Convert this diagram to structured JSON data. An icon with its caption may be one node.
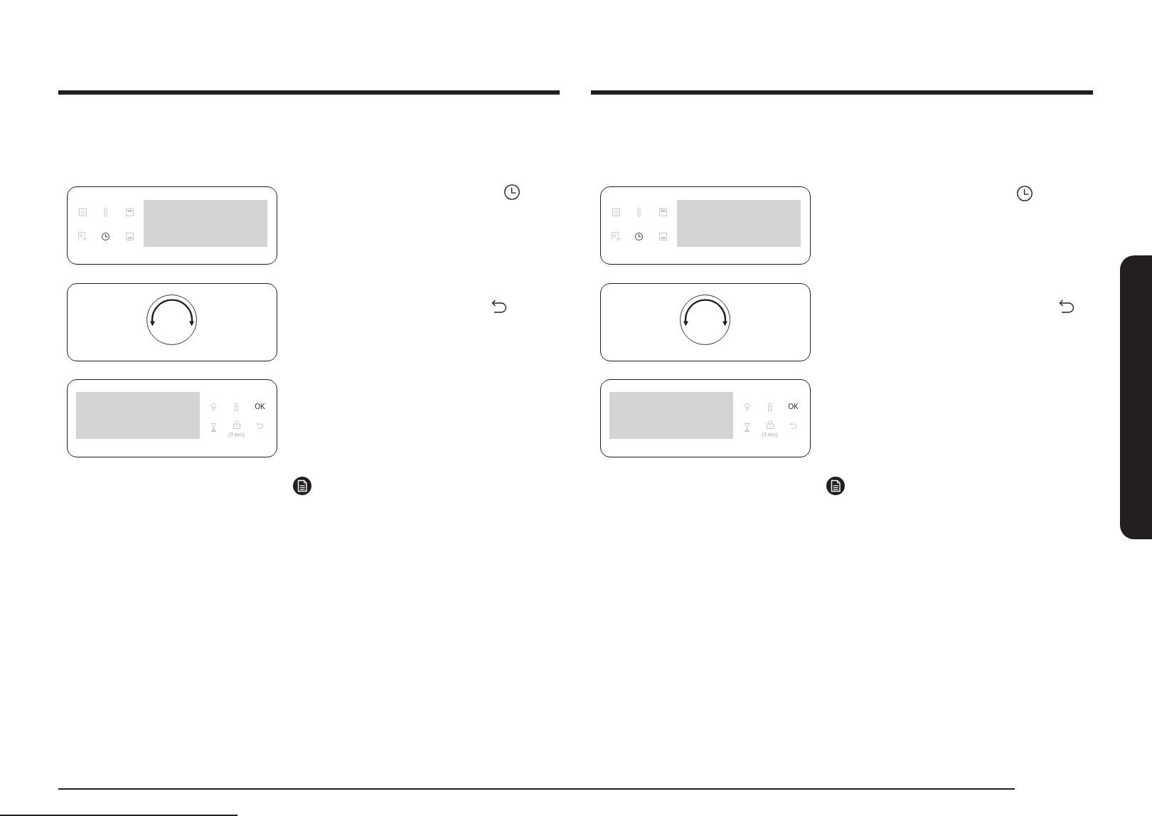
{
  "diagram": {
    "nodes": [
      {
        "text": [],
        "shape": "box"
      },
      {
        "text": [],
        "shape": "box"
      },
      {
        "text": [],
        "shape": "box"
      },
      {
        "text": [],
        "shape": "box"
      },
      {
        "text": [],
        "shape": "box"
      }
    ],
    "labels": [
      "OK",
      "(3 sec)",
      "OK",
      "(3 sec)"
    ]
  }
}
